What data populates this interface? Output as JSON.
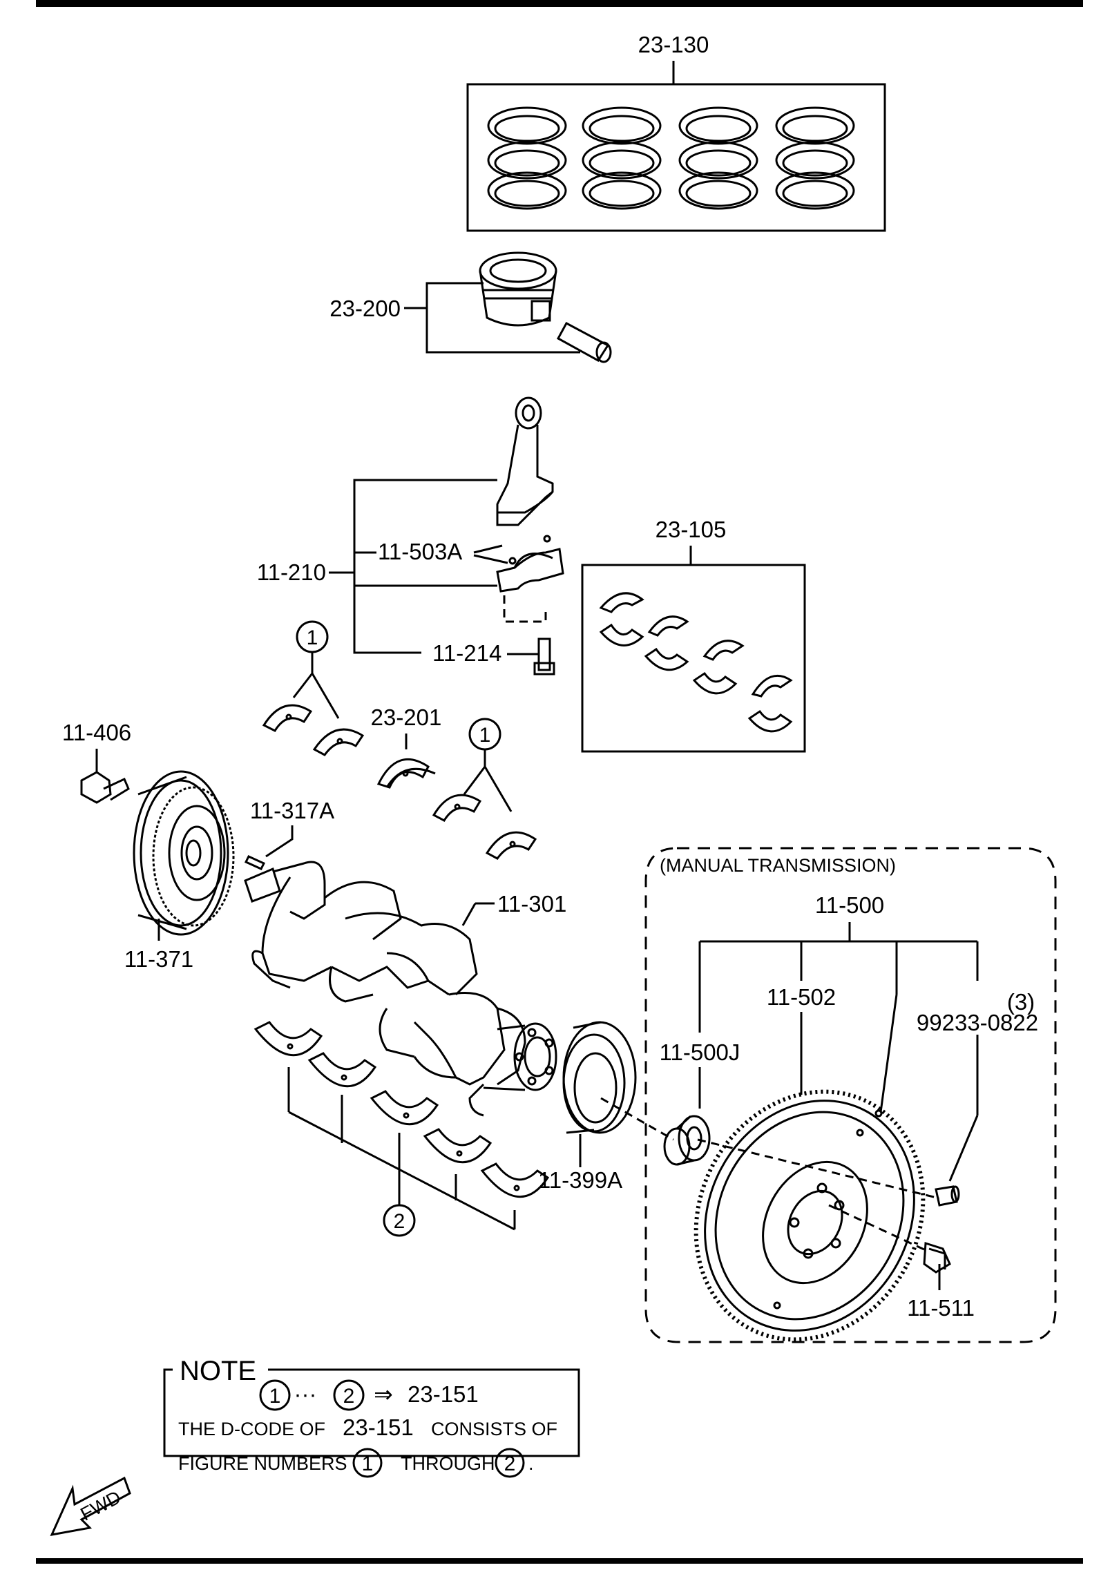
{
  "labels": {
    "piston_rings": "23-130",
    "piston": "23-200",
    "conrod": "11-210",
    "conrod_pin": "11-503A",
    "conrod_bolt": "11-214",
    "conrod_bearings": "23-105",
    "thrust_bearing": "23-201",
    "pulley_bolt": "11-406",
    "key": "11-317A",
    "pulley": "11-371",
    "crankshaft": "11-301",
    "oil_seal": "11-399A",
    "flywheel_assy": "11-500",
    "ring_gear": "11-502",
    "pilot_bearing": "11-500J",
    "qty_dowel": "(3)",
    "dowel": "99233-0822",
    "flywheel_bolt": "11-511"
  },
  "callouts": {
    "one": "1",
    "two": "2"
  },
  "manual_trans_label": "(MANUAL TRANSMISSION)",
  "note": {
    "title": "NOTE",
    "sep": "···",
    "arrow": "⇒",
    "target": "23-151",
    "line2a": "THE D-CODE OF",
    "line2b": "23-151",
    "line2c": "CONSISTS OF",
    "line3a": "FIGURE NUMBERS",
    "line3b": "THROUGH",
    "line3c": "."
  },
  "fwd": "FWD",
  "colors": {
    "ink": "#000000",
    "paper": "#ffffff"
  }
}
